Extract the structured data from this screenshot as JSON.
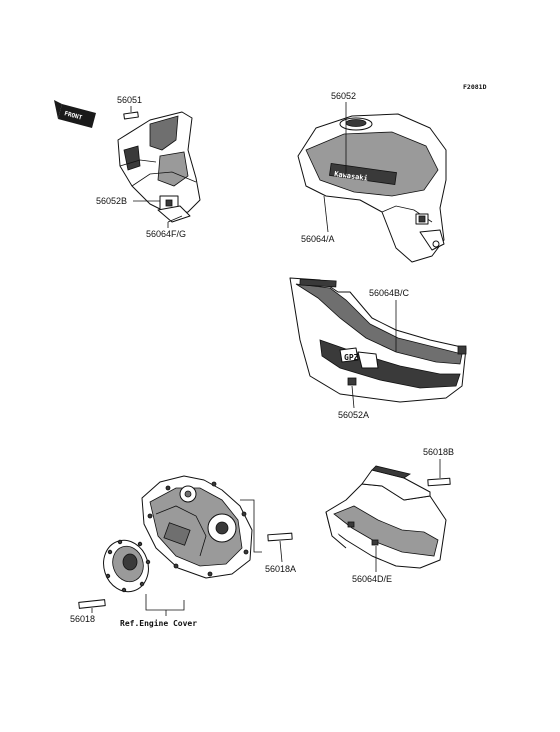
{
  "diagram_code": "F2081D",
  "front_tag": "FRONT",
  "reference_note": "Ref.Engine Cover",
  "part_labels": {
    "p56051": "56051",
    "p56052b": "56052B",
    "p56064fg": "56064F/G",
    "p56052": "56052",
    "p56064a": "56064/A",
    "p56064bc": "56064B/C",
    "p56052a": "56052A",
    "p56018b": "56018B",
    "p56064de": "56064D/E",
    "p56018a": "56018A",
    "p56018": "56018"
  },
  "tank_logo": "Kawasaki",
  "side_cover_logo": "GPZ"
}
